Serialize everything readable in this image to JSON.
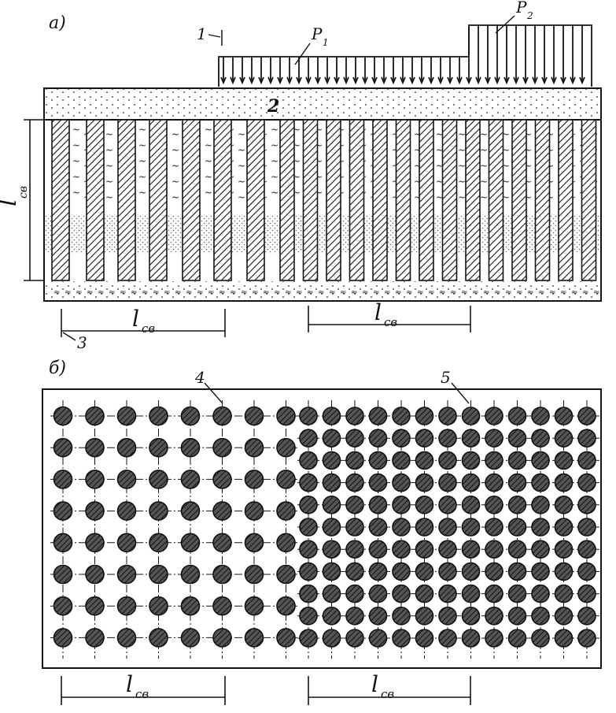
{
  "figure": {
    "part_a": {
      "label": "а)",
      "callouts": {
        "item_1": "1",
        "load_p1": "P",
        "load_p1_sub": "1",
        "load_p2": "P",
        "load_p2_sub": "2",
        "item_2": "2",
        "item_3": "3"
      },
      "vertical_dimension": {
        "main": "l",
        "sub": "св"
      },
      "spacing_dimensions": [
        {
          "main": "l",
          "sub": "св"
        },
        {
          "main": "l",
          "sub": "св"
        }
      ]
    },
    "part_b": {
      "label": "б)",
      "callouts": {
        "item_4": "4",
        "item_5": "5"
      },
      "spacing_dimensions": [
        {
          "main": "l",
          "sub": "св"
        },
        {
          "main": "l",
          "sub": "св"
        }
      ],
      "sparse_grid": {
        "columns": 8,
        "rows": 8
      },
      "dense_grid": {
        "columns": 13,
        "rows": 11
      }
    },
    "colors": {
      "ink": "#141414",
      "paper": "#ffffff"
    }
  }
}
